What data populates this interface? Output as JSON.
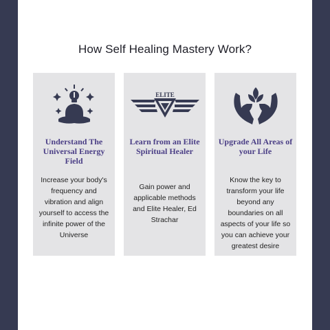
{
  "heading": "How Self Healing Mastery Work?",
  "colors": {
    "background": "#363a52",
    "card": "#e4e4e6",
    "title": "#4b3f86",
    "icon": "#363a52"
  },
  "cards": [
    {
      "icon": "meditation-lightbulb-icon",
      "title": "Understand The Universal Energy Field",
      "body": "Increase your body's frequency and vibration and align yourself to access the infinite power of the Universe"
    },
    {
      "icon": "elite-winged-badge-icon",
      "badge_text": "ELITE",
      "title": "Learn from an Elite Spiritual Healer",
      "body": "Gain power and applicable methods and Elite Healer, Ed Strachar"
    },
    {
      "icon": "hands-lotus-icon",
      "title": "Upgrade All Areas of your Life",
      "body": "Know the key to transform your life beyond any boundaries on all aspects of your life so you can achieve your greatest desire"
    }
  ]
}
